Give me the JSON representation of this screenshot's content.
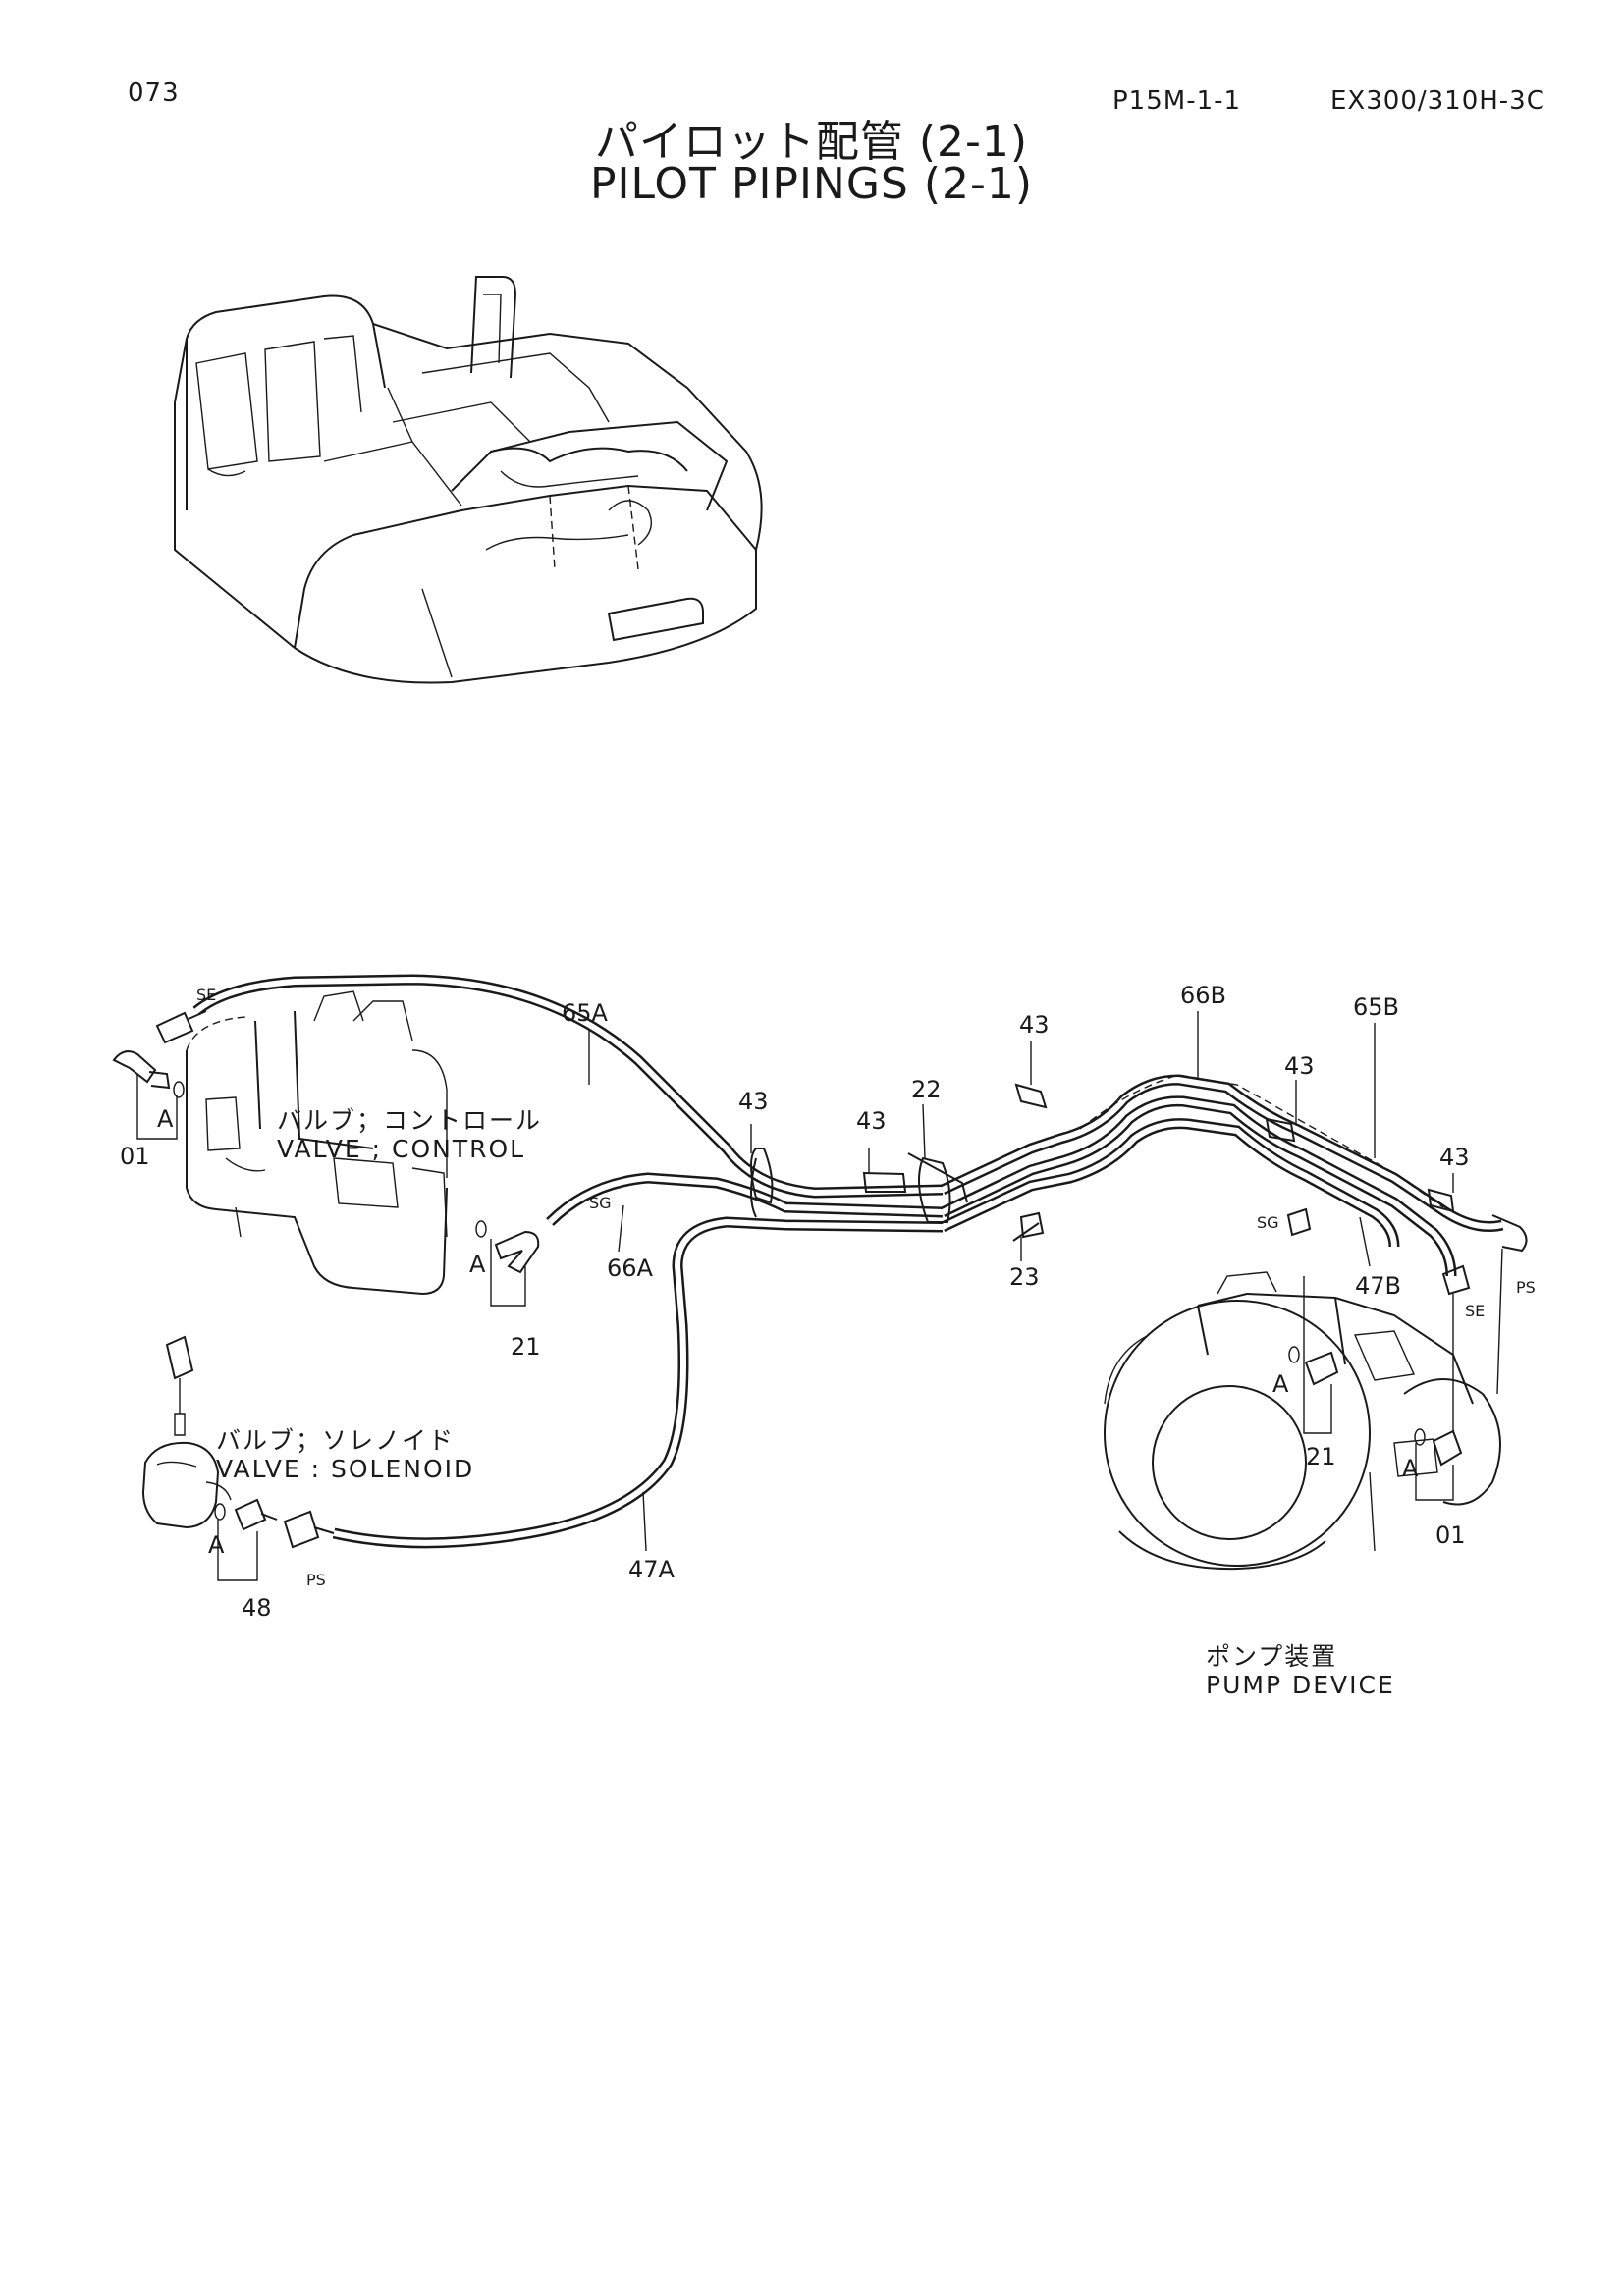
{
  "header": {
    "page_number": "073",
    "group_code": "P15M-1-1",
    "model": "EX300/310H-3C"
  },
  "title": {
    "japanese": "パイロット配管 (2-1)",
    "english": "PILOT PIPINGS (2-1)"
  },
  "components": {
    "control_valve_jp": "バルブ；コントロール",
    "control_valve_en": "VALVE ; CONTROL",
    "solenoid_valve_jp": "バルブ；ソレノイド",
    "solenoid_valve_en": "VALVE : SOLENOID",
    "pump_jp": "ポンプ装置",
    "pump_en": "PUMP DEVICE"
  },
  "callouts": {
    "hose_65a": "65A",
    "hose_65b": "65B",
    "hose_66a": "66A",
    "hose_66b": "66B",
    "hose_47a": "47A",
    "hose_47b": "47B",
    "clamp_43_a": "43",
    "clamp_43_b": "43",
    "clamp_43_c": "43",
    "clamp_43_d": "43",
    "clamp_43_e": "43",
    "bracket_22": "22",
    "bolt_23": "23",
    "elbow_21_left": "21",
    "elbow_21_right": "21",
    "elbow_01_left": "01",
    "elbow_01_right": "01",
    "adapter_48": "48"
  },
  "port_marks": {
    "se_left": "SE",
    "se_right": "SE",
    "sg_left": "SG",
    "sg_right": "SG",
    "ps_left": "PS",
    "ps_right": "PS",
    "a_1": "A",
    "a_2": "A",
    "a_3": "A",
    "a_4": "A",
    "a_5": "A"
  }
}
